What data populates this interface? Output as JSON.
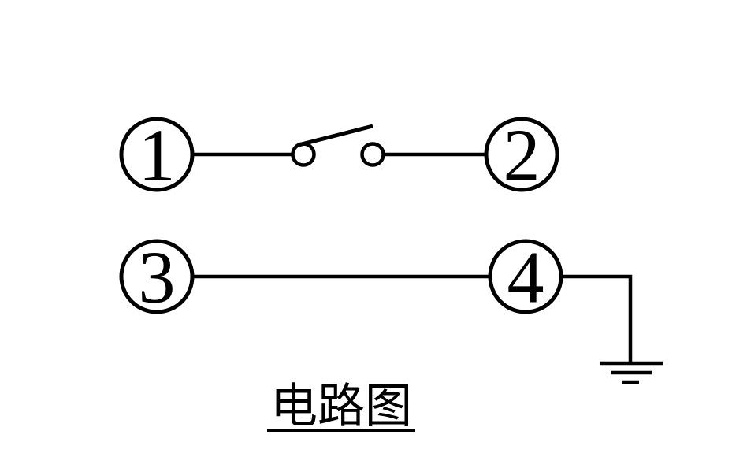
{
  "diagram": {
    "title": "电路图",
    "terminals": [
      {
        "label": "1"
      },
      {
        "label": "2"
      },
      {
        "label": "3"
      },
      {
        "label": "4"
      }
    ],
    "components": {
      "switch": "open-switch between terminal 1 and terminal 2",
      "ground": "earth-ground connected to terminal 4"
    },
    "colors": {
      "line": "#000000",
      "background": "#ffffff"
    }
  }
}
